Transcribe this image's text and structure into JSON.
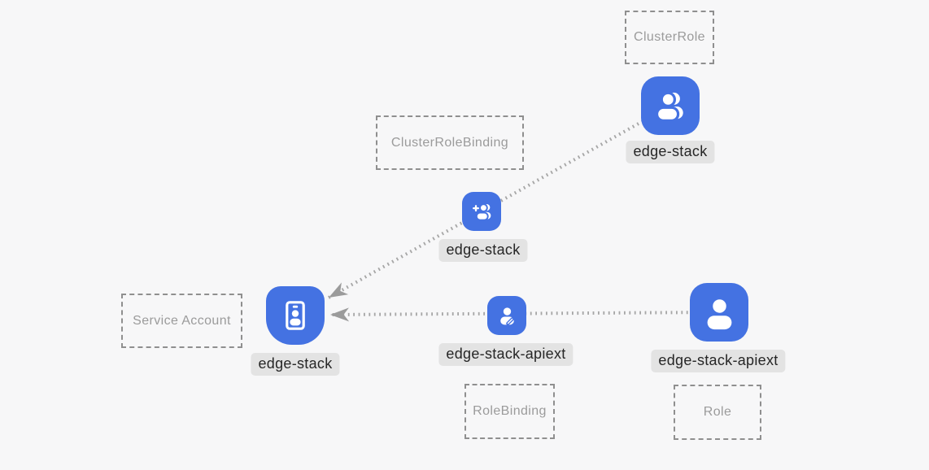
{
  "diagram": {
    "kind": "kubernetes-rbac-diagram",
    "colors": {
      "background": "#f7f7f8",
      "node_blue": "#4472e2",
      "glyph_white": "#ffffff",
      "edge_dot_gray": "#a6a6a6",
      "arrowhead_gray": "#9b9b9b",
      "type_box_border": "#8f8f8f",
      "type_box_text": "#9b9b9b",
      "label_bg": "#e3e3e3",
      "label_text": "#262626"
    },
    "type_boxes": {
      "cluster_role": {
        "label": "ClusterRole"
      },
      "cluster_role_binding": {
        "label": "ClusterRoleBinding"
      },
      "service_account": {
        "label": "Service Account"
      },
      "role_binding": {
        "label": "RoleBinding"
      },
      "role": {
        "label": "Role"
      }
    },
    "nodes": {
      "cluster_role": {
        "name": "edge-stack",
        "icon": "users-icon"
      },
      "cluster_role_binding": {
        "name": "edge-stack",
        "icon": "user-plus-icon"
      },
      "service_account": {
        "name": "edge-stack",
        "icon": "id-badge-icon"
      },
      "role_binding": {
        "name": "edge-stack-apiext",
        "icon": "user-edit-icon"
      },
      "role": {
        "name": "edge-stack-apiext",
        "icon": "user-icon"
      }
    },
    "edges": [
      {
        "from_node": "cluster_role",
        "to_node": "service_account",
        "style": "dotted",
        "arrowhead": "at-service-account"
      },
      {
        "from_node": "role",
        "to_node": "service_account",
        "style": "dotted",
        "arrowhead": "at-service-account"
      }
    ]
  }
}
